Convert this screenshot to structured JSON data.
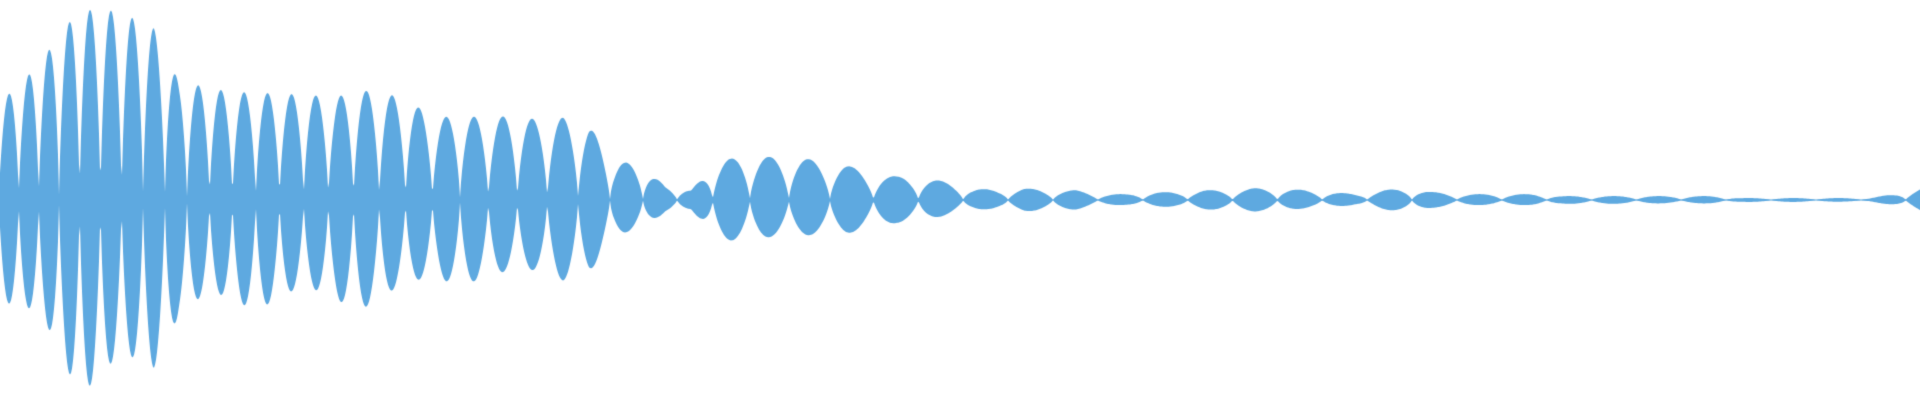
{
  "waveform": {
    "color": "#5ea9e0",
    "background": "#ffffff",
    "description_icon": "audio-waveform",
    "amplitude_envelope": [
      0.5,
      0.62,
      0.78,
      0.96,
      0.98,
      0.94,
      0.88,
      0.6,
      0.58,
      0.55,
      0.55,
      0.54,
      0.54,
      0.52,
      0.56,
      0.55,
      0.5,
      0.42,
      0.43,
      0.42,
      0.43,
      0.41,
      0.42,
      0.38,
      0.2,
      0.18,
      0.07,
      0.05,
      0.2,
      0.22,
      0.22,
      0.22,
      0.2,
      0.18,
      0.14,
      0.12,
      0.12,
      0.09,
      0.06,
      0.05,
      0.06,
      0.05,
      0.05,
      0.03,
      0.03,
      0.04,
      0.04,
      0.05,
      0.05,
      0.06,
      0.06,
      0.05,
      0.04,
      0.03,
      0.05,
      0.06,
      0.04,
      0.03,
      0.03,
      0.03,
      0.03,
      0.02,
      0.02,
      0.02,
      0.02,
      0.02,
      0.02,
      0.02,
      0.01,
      0.01,
      0.01,
      0.01,
      0.01,
      0.01,
      0.03,
      0.06
    ]
  }
}
